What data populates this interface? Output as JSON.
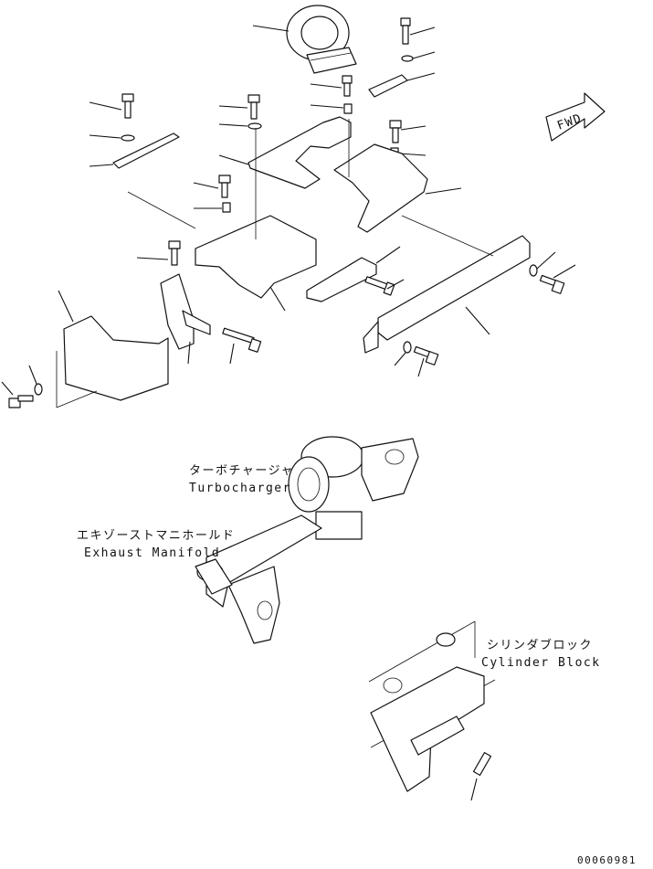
{
  "labels": {
    "turbocharger_jp": "ターボチャージャ",
    "turbocharger_en": "Turbocharger",
    "exhaust_manifold_jp": "エキゾーストマニホールド",
    "exhaust_manifold_en": "Exhaust Manifold",
    "cylinder_block_jp": "シリンダブロック",
    "cylinder_block_en": "Cylinder Block",
    "fwd": "FWD",
    "drawing_number": "00060981"
  },
  "icons": [
    "forward-arrow-icon"
  ]
}
